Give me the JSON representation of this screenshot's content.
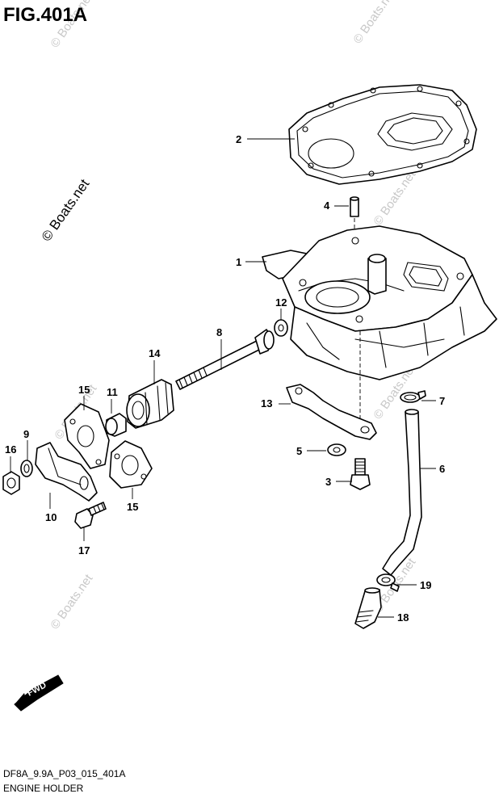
{
  "figure": {
    "title": "FIG.401A",
    "code": "DF8A_9.9A_P03_015_401A",
    "caption": "ENGINE HOLDER"
  },
  "watermark": {
    "text": "© Boats.net"
  },
  "direction_badge": {
    "label": "FWD"
  },
  "callouts": [
    "1",
    "2",
    "3",
    "4",
    "5",
    "6",
    "7",
    "8",
    "9",
    "10",
    "11",
    "12",
    "13",
    "14",
    "15",
    "15",
    "16",
    "17",
    "18",
    "19"
  ],
  "colors": {
    "line": "#000000",
    "background": "#ffffff",
    "watermark": "#c8c8c8"
  }
}
